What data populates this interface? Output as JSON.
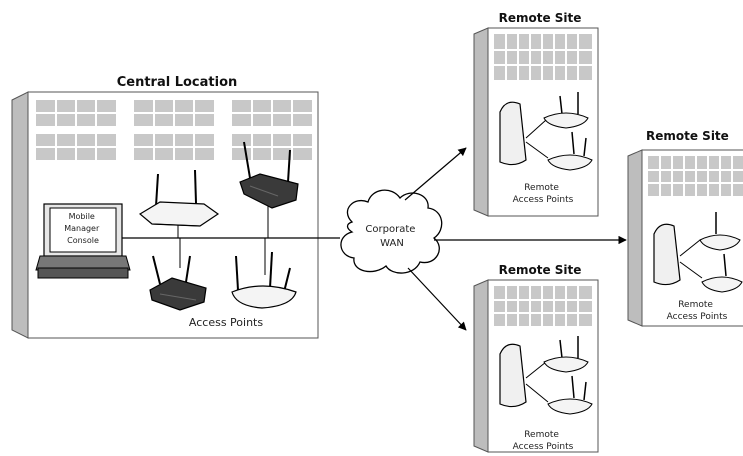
{
  "central": {
    "title": "Central Location",
    "console_lines": [
      "Mobile",
      "Manager",
      "Console"
    ],
    "access_points_label": "Access Points"
  },
  "wan": {
    "lines": [
      "Corporate",
      "WAN"
    ]
  },
  "remote_sites": [
    {
      "title": "Remote Site",
      "label_lines": [
        "Remote",
        "Access Points"
      ]
    },
    {
      "title": "Remote Site",
      "label_lines": [
        "Remote",
        "Access Points"
      ]
    },
    {
      "title": "Remote Site",
      "label_lines": [
        "Remote",
        "Access Points"
      ]
    }
  ],
  "colors": {
    "line": "#000000",
    "building": "#ffffff",
    "window": "#c8c8c8",
    "side": "#bdbdbd"
  }
}
